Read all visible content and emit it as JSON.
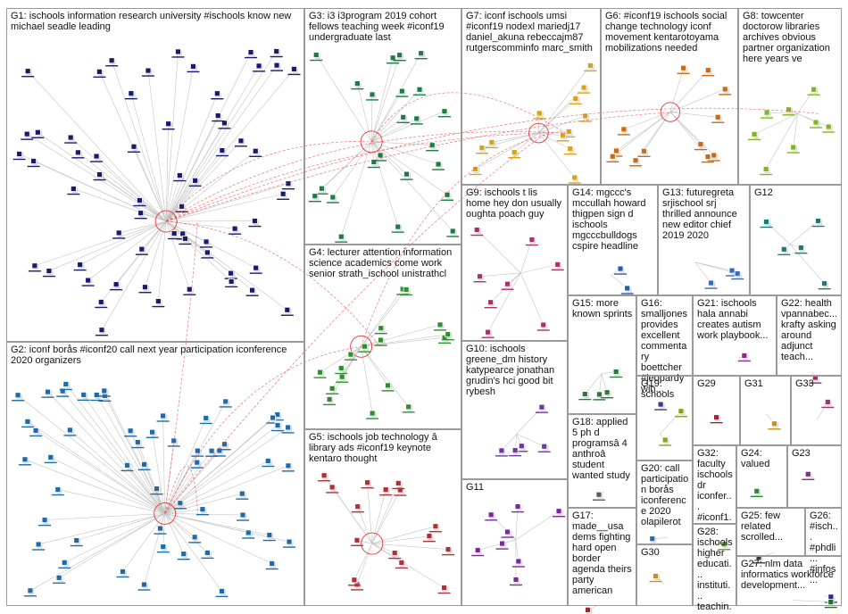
{
  "groups": [
    {
      "id": "g1",
      "label": "G1: ischools information research university #ischools know new michael seadle leading",
      "color": "#1a1a6e"
    },
    {
      "id": "g2",
      "label": "G2: iconf borås #iconf20 call next year participation iconference 2020 organizers",
      "color": "#1f6aa8"
    },
    {
      "id": "g3",
      "label": "G3: i3 i3program 2019 cohort fellows teaching week #iconf19 undergraduate last",
      "color": "#1e7a46"
    },
    {
      "id": "g4",
      "label": "G4: lecturer attention information science academics come work senior strath_ischool unistrathcl",
      "color": "#2f8f2f"
    },
    {
      "id": "g5",
      "label": "G5: ischools job technology â library ads #iconf19 keynote kentaro thought",
      "color": "#b0303a"
    },
    {
      "id": "g6",
      "label": "G6: #iconf19 ischools social change technology iconf movement kentarotoyama mobilizations needed",
      "color": "#c86a14"
    },
    {
      "id": "g7",
      "label": "G7: iconf ischools umsi #iconf19 nodexl mariedj17 daniel_akuna rebeccajm87 rutgerscomminfo marc_smith",
      "color": "#d6a21a"
    },
    {
      "id": "g8",
      "label": "G8: towcenter doctorow libraries archives obvious partner organization here years ve",
      "color": "#7fb520"
    },
    {
      "id": "g9",
      "label": "G9: ischools t lis home hey don usually oughta poach guy",
      "color": "#a8326e"
    },
    {
      "id": "g10",
      "label": "G10: ischools greene_dm history katypearce jonathan grudin's hci good bit rybesh",
      "color": "#6a3aa0"
    },
    {
      "id": "g11",
      "label": "G11",
      "color": "#7a2a9a"
    },
    {
      "id": "g12",
      "label": "G12",
      "color": "#1a7a7a"
    },
    {
      "id": "g13",
      "label": "G13: futuregreta srjischool srj thrilled announce new editor chief 2019 2020",
      "color": "#3a6ab0"
    },
    {
      "id": "g14",
      "label": "G14: mgccc's mccullah howard thigpen sign d ischools mgcccbulldogs cspire headline",
      "color": "#2a5aa0"
    },
    {
      "id": "g15",
      "label": "G15: more known sprints",
      "color": "#2a7a3a"
    },
    {
      "id": "g16",
      "label": "G16: smalljones provides excellent commentary boettcher #jeopardy win...",
      "color": "#3a3a8a"
    },
    {
      "id": "g17",
      "label": "G17: made__usa dems fighting hard open border agenda theirs party american",
      "color": "#9a2a2a"
    },
    {
      "id": "g18",
      "label": "G18: applied 5 ph d programsâ 4 anthroâ student wanted study",
      "color": "#5a5a5a"
    },
    {
      "id": "g19",
      "label": "G19: schools",
      "color": "#8aa020"
    },
    {
      "id": "g20",
      "label": "G20: call participation borås iconference 2020 olapilerot",
      "color": "#2a6aa8"
    },
    {
      "id": "g21",
      "label": "G21: ischools hala annabi creates autism work playbook...",
      "color": "#8a2a8a"
    },
    {
      "id": "g22",
      "label": "G22: health vpannabec... krafty asking around adjunct teach...",
      "color": "#a02a6a"
    },
    {
      "id": "g23",
      "label": "G23",
      "color": "#8a2a8a"
    },
    {
      "id": "g24",
      "label": "G24: valued",
      "color": "#2a8a3a"
    },
    {
      "id": "g25",
      "label": "G25: few related scrolled...",
      "color": "#3a3a3a"
    },
    {
      "id": "g26",
      "label": "G26: #isch... #phdli... #infos...",
      "color": "#2a2a8a"
    },
    {
      "id": "g27",
      "label": "G27: nlm data informatics workforce development...",
      "color": "#2a6a2a"
    },
    {
      "id": "g28",
      "label": "G28: ischools higher educati... instituti... teachin...",
      "color": "#2a2a8a"
    },
    {
      "id": "g29",
      "label": "G29",
      "color": "#a0203a"
    },
    {
      "id": "g30",
      "label": "G30",
      "color": "#c8901a"
    },
    {
      "id": "g31",
      "label": "G31",
      "color": "#c8901a"
    },
    {
      "id": "g32",
      "label": "G32: faculty ischools dr iconfer... #iconf1...",
      "color": "#5aa020"
    },
    {
      "id": "g33",
      "label": "G33",
      "color": "#a0307a"
    }
  ],
  "colors": {
    "edge": "#c4c4c4",
    "cross_edge": "#e83a3a",
    "border": "#9a9a9a",
    "hub_ring": "#e23a3a"
  }
}
